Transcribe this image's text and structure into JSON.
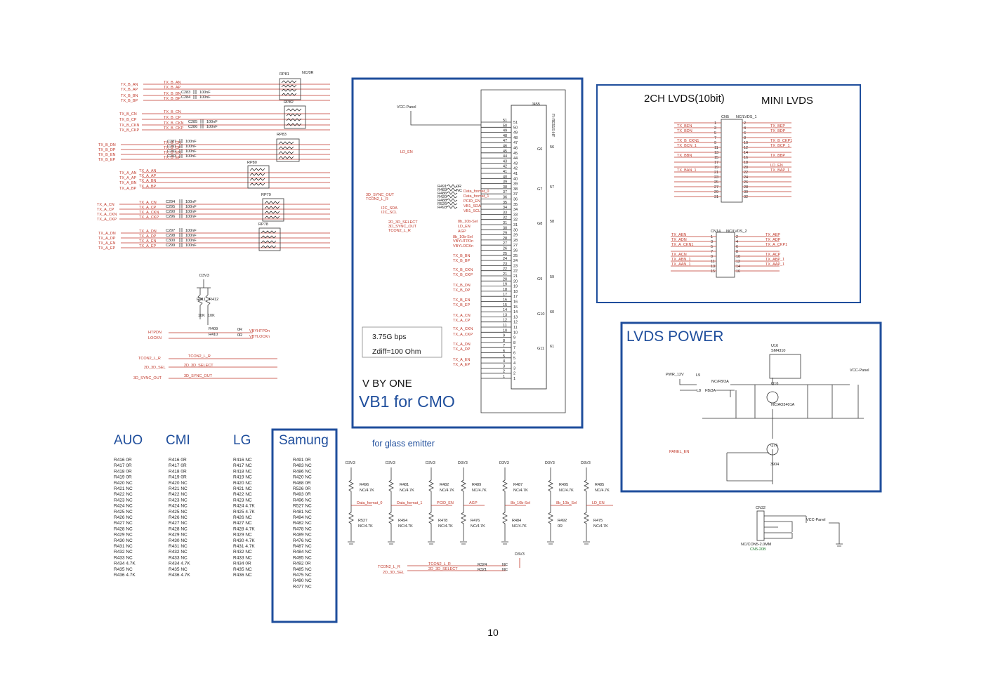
{
  "page_number": "10",
  "blocks": {
    "vb1": {
      "label_top": "V BY ONE",
      "title": "VB1 for CMO",
      "spec1": "3.75G bps",
      "spec2": "Zdiff=100 Ohm",
      "connector": "J455",
      "connector_part": "FI-RE51S-HF",
      "vcc": "VCC-Panel"
    },
    "lvds2ch": {
      "title": "2CH LVDS(10bit)",
      "subtitle": "MINI LVDS",
      "cn5": "CN5",
      "cn5_nc": "NC/LVDS_1",
      "cn14": "CN14",
      "cn14_nc": "NC/LVDS_2"
    },
    "lvds_power": {
      "title": "LVDS POWER",
      "u16": "U16",
      "u16_part": "SM4310",
      "q16": "Q16",
      "q16_part": "NC/AO3401A",
      "q15": "Q15",
      "q15_part": "3904",
      "pwr": "PWR_12V",
      "vcc": "VCC-Panel",
      "panel_en": "PANEL_EN",
      "l9": "L9",
      "l9_part": "NC/FB/3A",
      "l8": "L8",
      "l8_part": "FB/3A"
    },
    "glass": {
      "title": "for glass emitter"
    },
    "cn32": {
      "name": "CN32",
      "part": "NC/CON5-2.0MM",
      "part2": "CN5-20B",
      "vcc": "VCC-Panel"
    }
  },
  "vendors": [
    {
      "name": "AUO",
      "rows": [
        "R416 0R",
        "R417 0R",
        "R418 0R",
        "R419 0R",
        "R420 NC",
        "R421 NC",
        "R422 NC",
        "R423 NC",
        "R424 NC",
        "R425 NC",
        "R426 NC",
        "R427 NC",
        "R428 NC",
        "R429 NC",
        "R430 NC",
        "R431 NC",
        "R432 NC",
        "R433 NC",
        "R434 4.7K",
        "R435 NC",
        "R436 4.7K"
      ]
    },
    {
      "name": "CMI",
      "rows": [
        "R416 0R",
        "R417 0R",
        "R418 0R",
        "R419 0R",
        "R420 NC",
        "R421 NC",
        "R422 NC",
        "R423 NC",
        "R424 NC",
        "R425 NC",
        "R426 NC",
        "R427 NC",
        "R428 NC",
        "R429 NC",
        "R430 NC",
        "R431 NC",
        "R432 NC",
        "R433 NC",
        "R434 4.7K",
        "R435 NC",
        "R436 4.7K"
      ]
    },
    {
      "name": "LG",
      "rows": [
        "R416 NC",
        "R417 NC",
        "R418 NC",
        "R419 NC",
        "R420 NC",
        "R421 NC",
        "R422 NC",
        "R423 NC",
        "R424 4.7K",
        "R425 4.7K",
        "R426 NC",
        "R427 NC",
        "R428 4.7K",
        "R429 NC",
        "R430 4.7K",
        "R431 4.7K",
        "R432 NC",
        "R433 NC",
        "R434 0R",
        "R435 NC",
        "R436 NC"
      ]
    },
    {
      "name": "Samung",
      "rows": [
        "R491 0R",
        "R483 NC",
        "R486 NC",
        "R420 NC",
        "R488 0R",
        "R526 0R",
        "R493 0R",
        "R496 NC",
        "R527 NC",
        "R481 NC",
        "R494 NC",
        "R482 NC",
        "R478 NC",
        "R489 NC",
        "R476 NC",
        "R487 NC",
        "R484 NC",
        "R495 NC",
        "R492 0R",
        "R485 NC",
        "R475 NC",
        "R490 NC",
        "R477 NC"
      ]
    }
  ],
  "nets": {
    "tx_b_left": [
      "TX_B_AN",
      "TX_B_AP",
      "TX_B_BN",
      "TX_B_BP",
      "TX_B_CN",
      "TX_B_CP",
      "TX_B_CKN",
      "TX_B_CKP",
      "TX_B_DN",
      "TX_B_DP",
      "TX_B_EN",
      "TX_B_EP"
    ],
    "tx_a_left": [
      "TX_A_AN",
      "TX_A_AP",
      "TX_A_BN",
      "TX_A_BP",
      "TX_A_CN",
      "TX_A_CP",
      "TX_A_CKN",
      "TX_A_CKP",
      "TX_A_DN",
      "TX_A_DP",
      "TX_A_EN",
      "TX_A_EP"
    ],
    "caps_b": [
      "C283",
      "C284",
      "C285",
      "C286",
      "C287",
      "C291",
      "C292",
      "C293"
    ],
    "caps_a": [
      "C294",
      "C295",
      "C290",
      "C296",
      "C297",
      "C298",
      "C300",
      "C299"
    ],
    "cap_val": "100nF",
    "rpacks": [
      "RP81",
      "RP82",
      "RP83",
      "RP80",
      "RP79",
      "RP78"
    ],
    "rp_nc": "NC/0R",
    "misc": [
      "D3V3",
      "R411",
      "R412",
      "10K",
      "10K",
      "R409",
      "R410",
      "0R",
      "0R",
      "HTPDN",
      "LOCKN",
      "VBYHTPDn",
      "VBYLOCKn",
      "TCON2_L_R",
      "2D_3D_SEL",
      "3D_SYNC_OUT",
      "TCON2_L_R",
      "2D_3D_SELECT",
      "3D_SYNC_OUT"
    ],
    "vb1_pins": [
      "TX_B_AN",
      "TX_B_AP",
      "TX_B_BN",
      "TX_B_BP",
      "TX_B_CN",
      "TX_B_CP",
      "TX_B_CKN",
      "TX_B_CKP",
      "TX_B_DN",
      "TX_B_DP",
      "TX_B_EN",
      "TX_B_EP",
      "TX_A_AN",
      "TX_A_AP",
      "TX_A_BN",
      "TX_A_BP",
      "TX_A_CN",
      "TX_A_CP",
      "TX_A_CKN",
      "TX_A_CKP",
      "TX_A_DN",
      "TX_A_DP",
      "TX_A_EN",
      "TX_A_EP"
    ],
    "vb1_ctrl": [
      "R491",
      "R483",
      "R486",
      "R420",
      "R488",
      "R526",
      "R493",
      "0R",
      "NC",
      "Data_format_0",
      "Data_format_1",
      "PCID_EN",
      "VB1_SDA",
      "VB1_SCL",
      "8b_10b-Sel",
      "LD_EN",
      "AGP",
      "8b_10b-Sel",
      "VBYHTPDn",
      "VBYLOCKn",
      "3D_SYNC_OUT",
      "TCON2_L_R",
      "I2C_SDA",
      "I2C_SCL",
      "2D_3D_SELECT",
      "3D_SYNC_OUT",
      "TCON2_L_R",
      "LD_EN"
    ],
    "glass_parts": [
      "R496",
      "R481",
      "R482",
      "R489",
      "R487",
      "R495",
      "R485",
      "R527",
      "R494",
      "R478",
      "R476",
      "R484",
      "R492",
      "R475",
      "NC/4.7K",
      "0R",
      "Data_format_0",
      "Data_format_1",
      "PCID_EN",
      "AGP",
      "8b_10b-Sel",
      "8b_10b_Sel",
      "LD_EN",
      "R324",
      "R321",
      "NC",
      "TCON2_L_R",
      "2D_3D_SEL",
      "TCON2_L_R",
      "2D_3D_SELECT"
    ]
  }
}
